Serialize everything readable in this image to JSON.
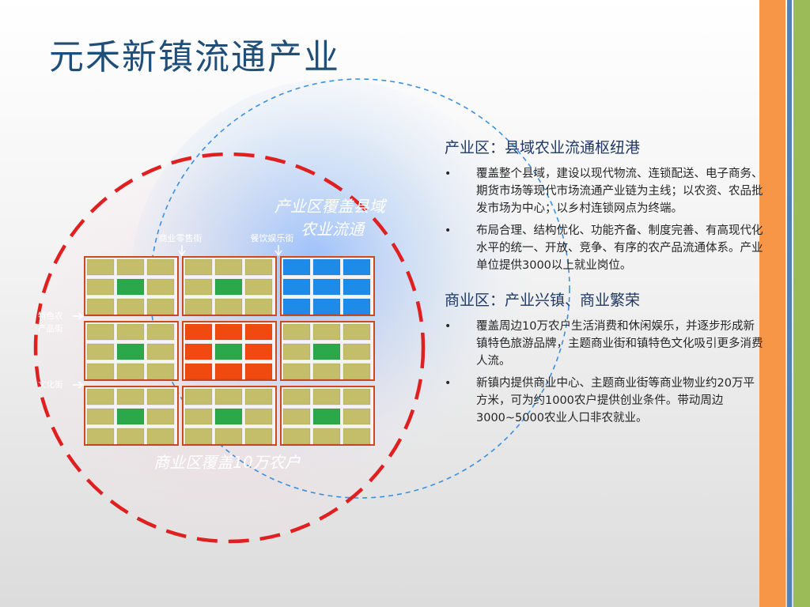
{
  "title": "元禾新镇流通产业",
  "colors": {
    "stripe_orange": "#f79646",
    "stripe_blue": "#4f81bd",
    "stripe_green": "#9bbb59",
    "block_olive": "#c4bd6a",
    "block_green": "#2aa84a",
    "block_blue": "#1f8be8",
    "block_orange": "#f04a10",
    "red_circle": "#e02020",
    "blue_circle": "#3b8fe0"
  },
  "diagram": {
    "industry_label": "产业区覆盖县域\n农业流通",
    "commerce_label": "商业区覆盖10万农户",
    "street_retail": "商业零售街",
    "street_dining": "餐饮娱乐街",
    "street_specialty": "特色农\n产品街",
    "street_culture": "文化街"
  },
  "sections": [
    {
      "heading": "产业区：县域农业流通枢纽港",
      "bullets": [
        "覆盖整个县域，建设以现代物流、连锁配送、电子商务、期货市场等现代市场流通产业链为主线；以农资、农品批发市场为中心；以乡村连锁网点为终端。",
        "布局合理、结构优化、功能齐备、制度完善、有高现代化水平的统一、开放、竞争、有序的农产品流通体系。产业单位提供3000以上就业岗位。"
      ]
    },
    {
      "heading": "商业区：产业兴镇、商业繁荣",
      "bullets": [
        "覆盖周边10万农户生活消费和休闲娱乐，并逐步形成新镇特色旅游品牌，主题商业街和镇特色文化吸引更多消费人流。",
        "新镇内提供商业中心、主题商业街等商业物业约20万平方米，可为约1000农户提供创业条件。带动周边3000~5000农业人口非农就业。"
      ]
    }
  ]
}
